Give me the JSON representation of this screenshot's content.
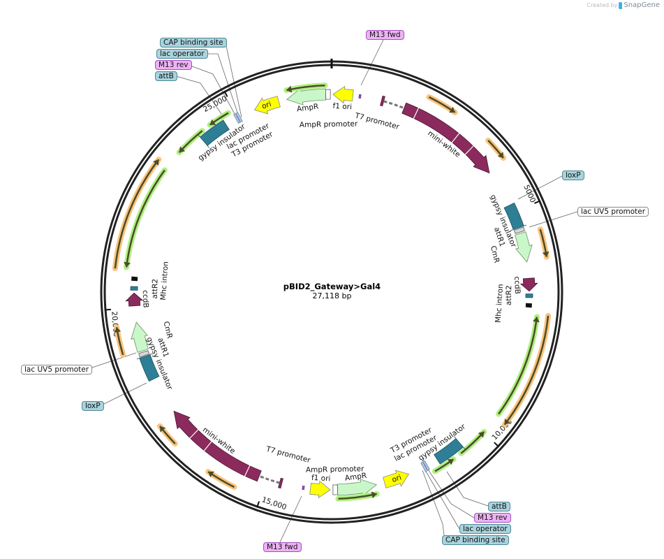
{
  "credit": {
    "prefix": "Created by",
    "brand": "SnapGene"
  },
  "map": {
    "name": "pBID2_Gateway>Gal4",
    "length_label": "27,118 bp",
    "length": 27118
  },
  "ticks": [
    {
      "bp": 0,
      "label": ""
    },
    {
      "bp": 5000,
      "label": "5000"
    },
    {
      "bp": 10000,
      "label": "10,000"
    },
    {
      "bp": 15000,
      "label": "15,000"
    },
    {
      "bp": 20000,
      "label": "20,000"
    },
    {
      "bp": 25000,
      "label": "25,000"
    }
  ],
  "colors": {
    "ring": "#222222",
    "gene": "#8b2b5d",
    "insulator": "#2e7f96",
    "marker": "#c9f7c9",
    "ori": "#ffff00",
    "primer": "#9b50d0",
    "misc_orange": "#fcc47a",
    "misc_green": "#aef07e"
  },
  "features": [
    {
      "type": "primer",
      "start": 600,
      "end": 640
    },
    {
      "type": "promoter_purple",
      "start": 1100,
      "end": 1150,
      "label": "T7 promoter"
    },
    {
      "type": "dashed",
      "start": 1150,
      "end": 1620
    },
    {
      "type": "gene",
      "start": 1620,
      "end": 3990,
      "dir": 1,
      "label": "mini-white"
    },
    {
      "type": "misc_orange",
      "start": 2000,
      "end": 2600,
      "dir": 1
    },
    {
      "type": "misc_orange",
      "start": 3460,
      "end": 3920,
      "dir": 1
    },
    {
      "type": "insulator",
      "start": 4820,
      "end": 5350,
      "dir": 1,
      "label": "gypsy insulator"
    },
    {
      "type": "att",
      "start": 5370,
      "end": 5450,
      "label": "attR1"
    },
    {
      "type": "marker",
      "start": 5480,
      "end": 6120,
      "dir": 1,
      "label": "CmR"
    },
    {
      "type": "misc_orange",
      "start": 5520,
      "end": 6080,
      "dir": 1
    },
    {
      "type": "gene",
      "start": 6480,
      "end": 6760,
      "dir": 1,
      "label": "ccdB"
    },
    {
      "type": "att2",
      "start": 6820,
      "end": 6900,
      "label": "attR2"
    },
    {
      "type": "intron",
      "start": 7030,
      "end": 7110,
      "label": "Mhc intron"
    },
    {
      "type": "misc_orange",
      "start": 7250,
      "end": 9600,
      "dir": 1
    },
    {
      "type": "misc_green",
      "start": 7300,
      "end": 9500,
      "dir": -1
    },
    {
      "type": "misc_green",
      "start": 9980,
      "end": 10640,
      "dir": -1
    },
    {
      "type": "insulator",
      "start": 10520,
      "end": 11130,
      "dir": -1,
      "label": "gypsy insulator"
    },
    {
      "type": "misc_green",
      "start": 10840,
      "end": 11300,
      "dir": -1
    },
    {
      "type": "cluster",
      "start": 11380,
      "end": 11480,
      "label": "lac promoter",
      "label2": "T3 promoter"
    },
    {
      "type": "ori",
      "start": 11830,
      "end": 12390,
      "dir": -1,
      "label": "ori"
    },
    {
      "type": "marker",
      "start": 12570,
      "end": 13430,
      "dir": -1,
      "label": "AmpR"
    },
    {
      "type": "misc_green",
      "start": 12610,
      "end": 13420,
      "dir": -1
    },
    {
      "type": "promoter_white",
      "start": 13430,
      "end": 13530,
      "label": "AmpR promoter"
    },
    {
      "type": "ori",
      "start": 30,
      "end": 465,
      "dir": -1,
      "label": "f1 ori"
    },
    {
      "type": "primer",
      "start": 14159,
      "end": 14199
    },
    {
      "type": "promoter_purple",
      "start": 14659,
      "end": 14709,
      "label": "T7 promoter"
    },
    {
      "type": "dashed",
      "start": 14709,
      "end": 15179
    },
    {
      "type": "gene",
      "start": 15179,
      "end": 17549,
      "dir": 1,
      "label": "mini-white"
    },
    {
      "type": "misc_orange",
      "start": 15559,
      "end": 16159,
      "dir": 1
    },
    {
      "type": "misc_orange",
      "start": 17019,
      "end": 17479,
      "dir": 1
    },
    {
      "type": "insulator",
      "start": 18379,
      "end": 18909,
      "dir": 1,
      "label": "gypsy insulator"
    },
    {
      "type": "att",
      "start": 18929,
      "end": 19009,
      "label": "attR1"
    },
    {
      "type": "marker",
      "start": 19039,
      "end": 19679,
      "dir": 1,
      "label": "CmR"
    },
    {
      "type": "misc_orange",
      "start": 19079,
      "end": 19639,
      "dir": 1
    },
    {
      "type": "gene",
      "start": 20039,
      "end": 20319,
      "dir": 1,
      "label": "ccdB"
    },
    {
      "type": "att2",
      "start": 20379,
      "end": 20459,
      "label": "attR2"
    },
    {
      "type": "intron",
      "start": 20589,
      "end": 20669,
      "label": "Mhc intron"
    },
    {
      "type": "misc_orange",
      "start": 20809,
      "end": 23159,
      "dir": 1
    },
    {
      "type": "misc_green",
      "start": 20859,
      "end": 23059,
      "dir": -1
    },
    {
      "type": "misc_green",
      "start": 23539,
      "end": 24199,
      "dir": -1
    },
    {
      "type": "insulator",
      "start": 24079,
      "end": 24689,
      "dir": -1,
      "label": "gypsy insulator"
    },
    {
      "type": "misc_green",
      "start": 24399,
      "end": 24859,
      "dir": -1
    },
    {
      "type": "cluster",
      "start": 24939,
      "end": 25039,
      "label": "lac promoter",
      "label2": "T3 promoter"
    },
    {
      "type": "ori",
      "start": 25389,
      "end": 25949,
      "dir": -1,
      "label": "ori"
    },
    {
      "type": "marker",
      "start": 26129,
      "end": 26989,
      "dir": -1,
      "label": "AmpR"
    },
    {
      "type": "misc_green",
      "start": 26169,
      "end": 26979,
      "dir": -1
    },
    {
      "type": "promoter_white",
      "start": 26989,
      "end": 27089,
      "label": "AmpR promoter"
    },
    {
      "type": "ori",
      "start": 13589,
      "end": 14024,
      "dir": -1,
      "label": "f1 ori"
    }
  ],
  "callouts": {
    "top_cap": "CAP binding site",
    "top_lacop": "lac operator",
    "top_m13rev": "M13 rev",
    "top_attb": "attB",
    "top_m13fwd": "M13 fwd",
    "right_loxp": "loxP",
    "right_lacuv5": "lac UV5 promoter",
    "br_attb": "attB",
    "br_m13rev": "M13 rev",
    "br_lacop": "lac operator",
    "br_cap": "CAP binding site",
    "bottom_m13fwd": "M13 fwd",
    "left_lacuv5": "lac UV5 promoter",
    "left_loxp": "loxP"
  }
}
